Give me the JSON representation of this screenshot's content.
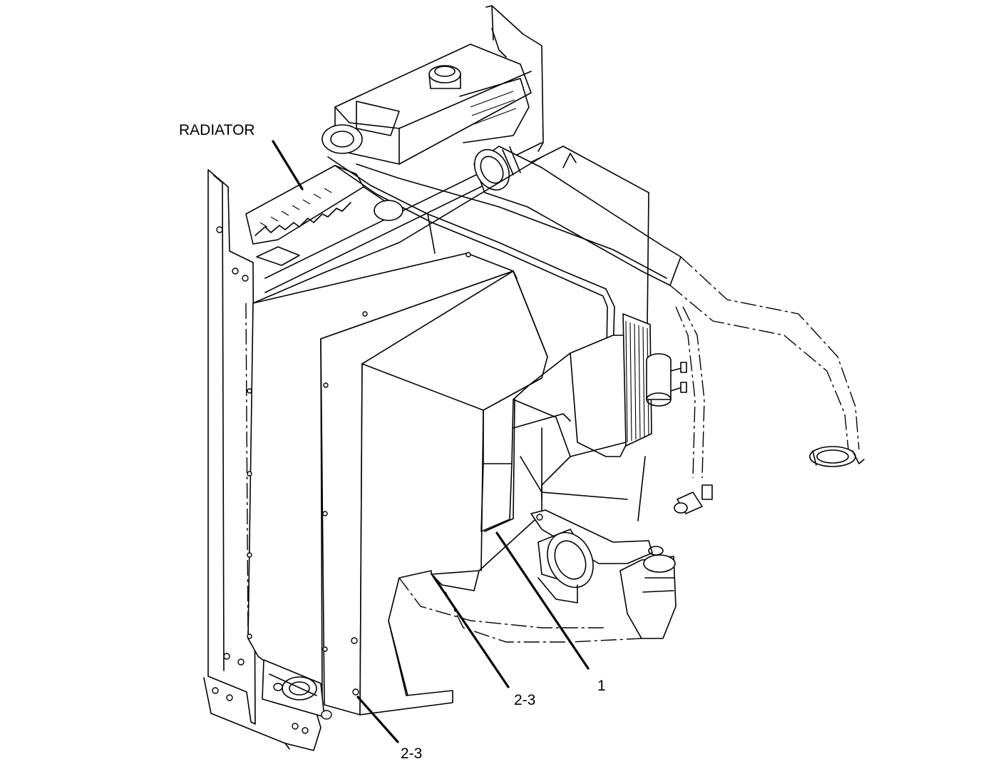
{
  "callouts": {
    "radiator": "RADIATOR",
    "part_1": "1",
    "part_2_3_upper": "2-3",
    "part_2_3_lower": "2-3"
  }
}
